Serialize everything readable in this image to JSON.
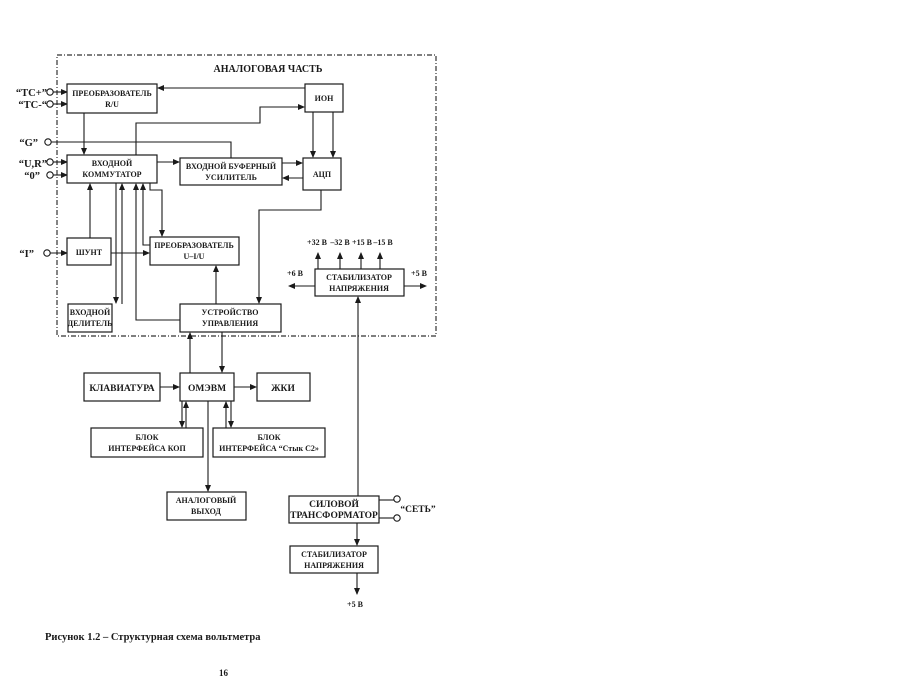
{
  "section_title": "АНАЛОГОВАЯ ЧАСТЬ",
  "inputs": {
    "tc_plus": "“TC+”",
    "tc_minus": "“TC-“",
    "g": "“G”",
    "ur": "“U,R”",
    "zero": "“0”",
    "i": "“I”"
  },
  "blocks": {
    "converter_ru": [
      "ПРЕОБРАЗОВАТЕЛЬ",
      "R/U"
    ],
    "ion": [
      "ИОН"
    ],
    "input_switch": [
      "ВХОДНОЙ",
      "КОММУТАТОР"
    ],
    "input_buffer": [
      "ВХОДНОЙ БУФЕРНЫЙ",
      "УСИЛИТЕЛЬ"
    ],
    "adc": [
      "АЦП"
    ],
    "shunt": [
      "ШУНТ"
    ],
    "converter_ui": [
      "ПРЕОБРАЗОВАТЕЛЬ",
      "U–I/U"
    ],
    "input_divider": [
      "ВХОДНОЙ",
      "ДЕЛИТЕЛЬ"
    ],
    "control_unit": [
      "УСТРОЙСТВО",
      "УПРАВЛЕНИЯ"
    ],
    "stabilizer_main": [
      "СТАБИЛИЗАТОР",
      "НАПРЯЖЕНИЯ"
    ],
    "keyboard": [
      "КЛАВИАТУРА"
    ],
    "mcu": [
      "ОМЭВМ"
    ],
    "lcd": [
      "ЖКИ"
    ],
    "gpib_interface": [
      "БЛОК",
      "ИНТЕРФЕЙСА  КОП"
    ],
    "c2_interface": [
      "БЛОК",
      "ИНТЕРФЕЙСА “Стык С2»"
    ],
    "analog_out": [
      "АНАЛОГОВЫЙ",
      "ВЫХОД"
    ],
    "power_transformer": [
      "СИЛОВОЙ",
      "ТРАНСФОРМАТОР"
    ],
    "stabilizer_aux": [
      "СТАБИЛИЗАТОР",
      "НАПРЯЖЕНИЯ"
    ]
  },
  "voltages": {
    "p32": "+32 В",
    "m32": "–32 В",
    "p15": "+15 В",
    "m15": "–15 В",
    "p6": "+6 В",
    "p5": "+5 В",
    "p5_aux": "+5 В"
  },
  "mains_label": "“СЕТЬ”",
  "caption": "Рисунок 1.2 – Структурная схема вольтметра",
  "page_number": "16"
}
